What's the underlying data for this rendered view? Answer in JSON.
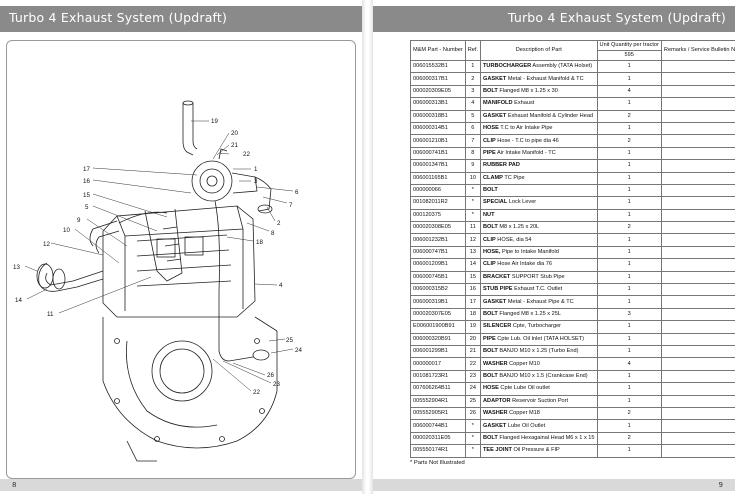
{
  "left_page": {
    "title": "Turbo 4 Exhaust System (Updraft)",
    "page_number": "8",
    "callouts": [
      "19",
      "20",
      "21",
      "22",
      "1",
      "3",
      "6",
      "7",
      "2",
      "8",
      "18",
      "17",
      "16",
      "15",
      "5",
      "9",
      "10",
      "12",
      "13",
      "14",
      "11",
      "4",
      "25",
      "24",
      "26",
      "23",
      "22"
    ]
  },
  "right_page": {
    "title": "Turbo 4 Exhaust System (Updraft)",
    "page_number": "9",
    "table": {
      "headers": {
        "part_no": "M&M Part - Number",
        "ref": "Ref.",
        "desc": "Description of Part",
        "qty": "Unit Quantity per tractor",
        "qty_model": "595",
        "remarks": "Remarks / Service Bulletin No."
      },
      "rows": [
        {
          "part": "006015532B1",
          "ref": "1",
          "bold": "TURBOCHARGER",
          "rest": " Assembly (TATA Holset)",
          "qty": "1"
        },
        {
          "part": "006000317B1",
          "ref": "2",
          "bold": "GASKET",
          "rest": " Metal - Exhaust Manifold & TC",
          "qty": "1"
        },
        {
          "part": "000020309E05",
          "ref": "3",
          "bold": "BOLT",
          "rest": " Flanged M8 x 1.25 x 30",
          "qty": "4"
        },
        {
          "part": "006000313B1",
          "ref": "4",
          "bold": "MANIFOLD",
          "rest": " Exhaust",
          "qty": "1"
        },
        {
          "part": "006000318B1",
          "ref": "5",
          "bold": "GASKET",
          "rest": " Exhaust Manifold & Cylinder Head",
          "qty": "2"
        },
        {
          "part": "006000314B1",
          "ref": "6",
          "bold": "HOSE",
          "rest": " T.C to Air Intake Pipe",
          "qty": "1"
        },
        {
          "part": "006001210B1",
          "ref": "7",
          "bold": "CLIP",
          "rest": " Hose - T.C to pipe dia 46",
          "qty": "2"
        },
        {
          "part": "006000741B1",
          "ref": "8",
          "bold": "PIPE",
          "rest": " Air Intake Manifold - TC",
          "qty": "1"
        },
        {
          "part": "006001347B1",
          "ref": "9",
          "bold": "RUBBER PAD",
          "rest": "",
          "qty": "1"
        },
        {
          "part": "006001165B1",
          "ref": "10",
          "bold": "CLAMP",
          "rest": " TC Pipe",
          "qty": "1"
        },
        {
          "part": "000000066",
          "ref": "*",
          "bold": "BOLT",
          "rest": "",
          "qty": "1"
        },
        {
          "part": "001082011R2",
          "ref": "*",
          "bold": "SPECIAL",
          "rest": " Lock Lever",
          "qty": "1"
        },
        {
          "part": "000120375",
          "ref": "*",
          "bold": "NUT",
          "rest": "",
          "qty": "1"
        },
        {
          "part": "000020308E05",
          "ref": "11",
          "bold": "BOLT",
          "rest": " M8 x 1.25 x 20L",
          "qty": "2"
        },
        {
          "part": "006001232B1",
          "ref": "12",
          "bold": "CLIP",
          "rest": " HOSE, dia 54",
          "qty": "1"
        },
        {
          "part": "006000747B1",
          "ref": "13",
          "bold": "HOSE,",
          "rest": " Pipe to Intake Manifold",
          "qty": "1"
        },
        {
          "part": "006001209B1",
          "ref": "14",
          "bold": "CLIP",
          "rest": " Hose Air Intake dia 76",
          "qty": "1"
        },
        {
          "part": "006000745B1",
          "ref": "15",
          "bold": "BRACKET",
          "rest": " SUPPORT Stub Pipe",
          "qty": "1"
        },
        {
          "part": "006000315B2",
          "ref": "16",
          "bold": "STUB PIPE",
          "rest": " Exhaust T.C. Outlet",
          "qty": "1"
        },
        {
          "part": "006000319B1",
          "ref": "17",
          "bold": "GASKET",
          "rest": " Metal - Exhaust Pipe & TC",
          "qty": "1"
        },
        {
          "part": "000020307E05",
          "ref": "18",
          "bold": "BOLT",
          "rest": " Flanged M8 x 1.25 x 25L",
          "qty": "3"
        },
        {
          "part": "E006001900B91",
          "ref": "19",
          "bold": "SILENCER",
          "rest": " Cpte, Turbocharger",
          "qty": "1"
        },
        {
          "part": "006000320B91",
          "ref": "20",
          "bold": "PIPE",
          "rest": " Cpte Lub. Oil Inlet (TATA HOLSET)",
          "qty": "1"
        },
        {
          "part": "006001299B1",
          "ref": "21",
          "bold": "BOLT",
          "rest": " BANJO M10 x 1.25 (Turbo End)",
          "qty": "1"
        },
        {
          "part": "000000017",
          "ref": "22",
          "bold": "WASHER",
          "rest": " Copper M10",
          "qty": "4"
        },
        {
          "part": "001081723R1",
          "ref": "23",
          "bold": "BOLT",
          "rest": " BANJO M10 x 1.5 (Crankcase End)",
          "qty": "1"
        },
        {
          "part": "007606264B11",
          "ref": "24",
          "bold": "HOSE",
          "rest": " Cpte Lube Oil outlet",
          "qty": "1"
        },
        {
          "part": "005552904R1",
          "ref": "25",
          "bold": "ADAPTOR",
          "rest": " Reservoir Suction Port",
          "qty": "1"
        },
        {
          "part": "005552905R1",
          "ref": "26",
          "bold": "WASHER",
          "rest": " Copper M18",
          "qty": "2"
        },
        {
          "part": "006000744B1",
          "ref": "*",
          "bold": "GASKET",
          "rest": " Lube Oil Outlet",
          "qty": "1"
        },
        {
          "part": "000020311E05",
          "ref": "*",
          "bold": "BOLT",
          "rest": " Flanged Hexagainal Head M6 x 1 x 15",
          "qty": "2"
        },
        {
          "part": "005550174R1",
          "ref": "*",
          "bold": "TEE JOINT",
          "rest": " Oil Pressure & FIP",
          "qty": "1"
        }
      ],
      "footnote": "* Parts Not Illustrated"
    }
  },
  "colors": {
    "header_bg": "#8a8a8a",
    "header_text": "#ffffff",
    "footer_bg": "#d9d9d9"
  }
}
